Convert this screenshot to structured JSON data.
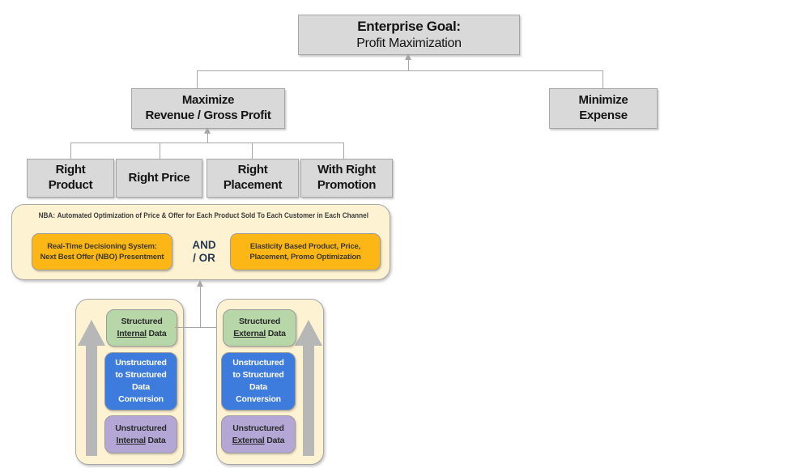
{
  "colors": {
    "box_gray_fill": "#d9d9d9",
    "box_gray_border": "#a6a6a6",
    "connector": "#a6a6a6",
    "cream_fill": "#fdf2d2",
    "orange_fill": "#fcb615",
    "green_fill": "#b7d7a9",
    "blue_fill": "#3d7bdc",
    "purple_fill": "#b4a7d6",
    "big_arrow": "#b7b7b7",
    "operator_text": "#263a53"
  },
  "goal": {
    "line1": "Enterprise Goal:",
    "line2": "Profit Maximization"
  },
  "strategies": {
    "maximize": {
      "line1": "Maximize",
      "line2": "Revenue / Gross Profit"
    },
    "minimize": {
      "line1": "Minimize",
      "line2": "Expense"
    }
  },
  "levers": {
    "product": {
      "line1": "Right",
      "line2": "Product"
    },
    "price": {
      "line1": "Right Price"
    },
    "placement": {
      "line1": "Right",
      "line2": "Placement"
    },
    "promotion": {
      "line1": "With Right",
      "line2": "Promotion"
    }
  },
  "nba": {
    "label": "NBA:",
    "title": "Automated Optimization of Price & Offer for Each Product Sold To Each Customer in Each Channel",
    "realtime_box": {
      "line1": "Real-Time Decisioning System:",
      "line2": "Next Best Offer (NBO) Presentment"
    },
    "operator": {
      "line1": "AND",
      "line2": "/ OR"
    },
    "elasticity_box": {
      "line1": "Elasticity Based Product, Price,",
      "line2": "Placement, Promo Optimization"
    }
  },
  "data_pipelines": {
    "internal": {
      "structured": {
        "line1": "Structured",
        "word": "Internal",
        "suffix": " Data"
      },
      "conversion": {
        "line1": "Unstructured",
        "line2": "to Structured",
        "line3": "Data",
        "line4": "Conversion"
      },
      "unstructured": {
        "line1": "Unstructured",
        "word": "Internal",
        "suffix": " Data"
      }
    },
    "external": {
      "structured": {
        "line1": "Structured",
        "word": "External",
        "suffix": " Data"
      },
      "conversion": {
        "line1": "Unstructured",
        "line2": "to Structured",
        "line3": "Data",
        "line4": "Conversion"
      },
      "unstructured": {
        "line1": "Unstructured",
        "word": "External",
        "suffix": " Data"
      }
    }
  }
}
